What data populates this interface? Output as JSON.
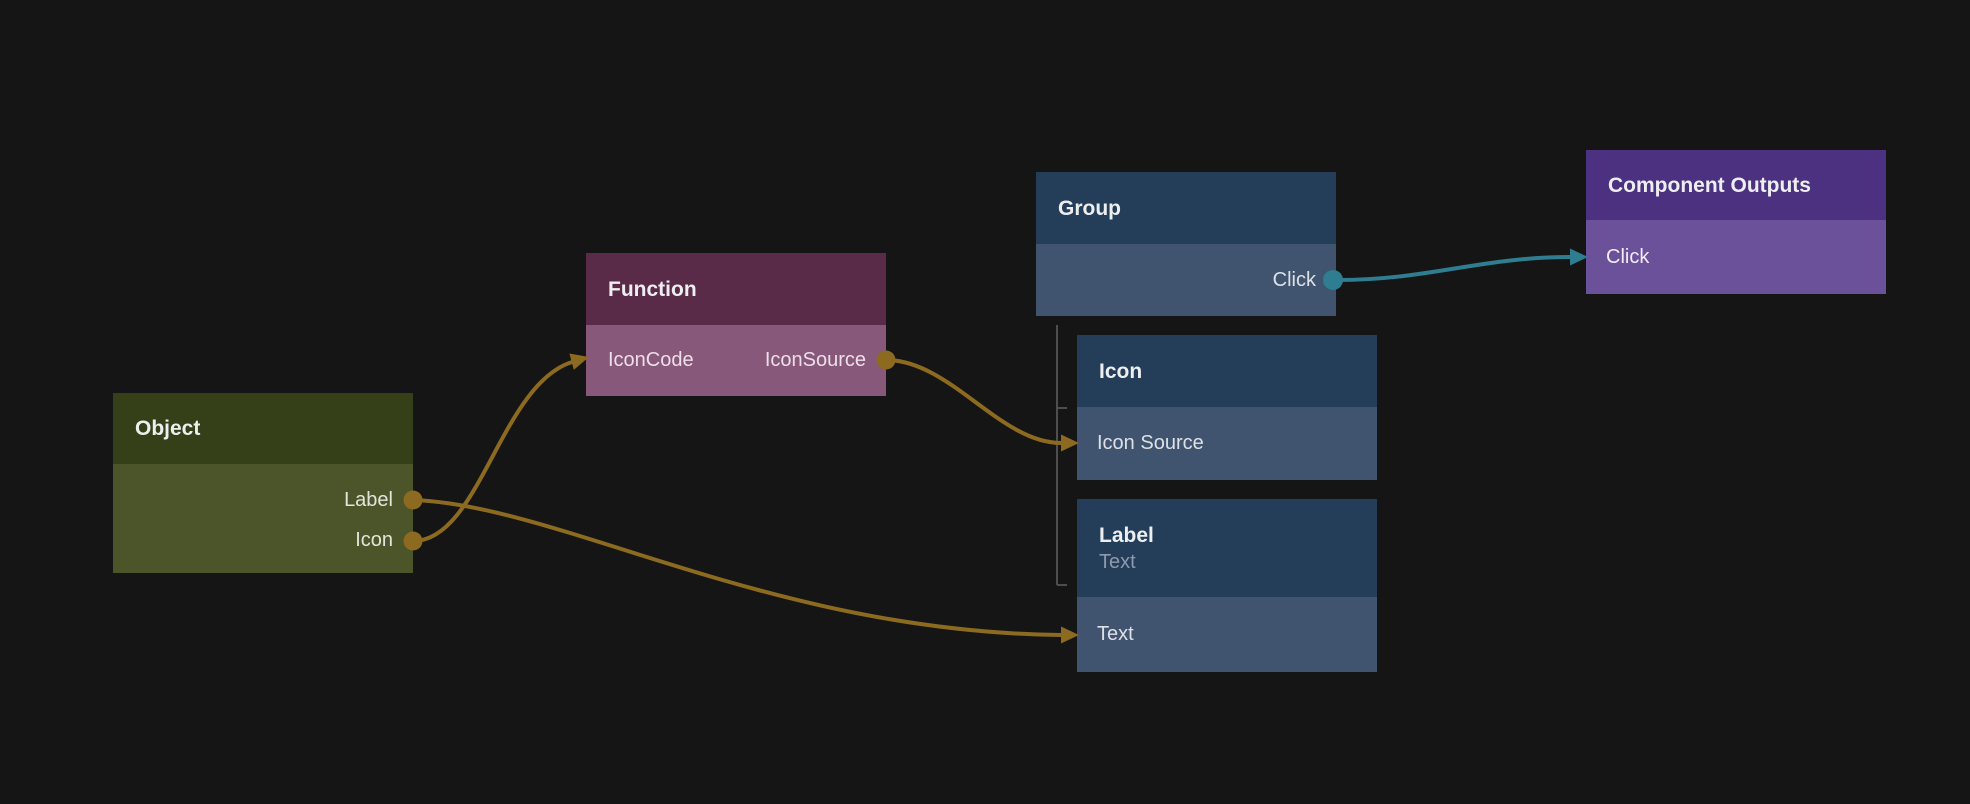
{
  "canvas": {
    "background": "#151515"
  },
  "colors": {
    "wire_gold": "#8c6a1f",
    "wire_teal": "#2e7d90",
    "tree_connector_gray": "#4e4e4e",
    "object_header": "#354019",
    "object_body": "#4b5529",
    "function_header": "#5a2b49",
    "function_body": "#875879",
    "blue_header": "#243d58",
    "blue_body": "#40536f",
    "outputs_header": "#4c3180",
    "outputs_body": "#6b509a"
  },
  "nodes": [
    {
      "key": "object",
      "title": "Object",
      "outputs": [
        "Label",
        "Icon"
      ]
    },
    {
      "key": "function",
      "title": "Function",
      "inputs": [
        "IconCode"
      ],
      "outputs": [
        "IconSource"
      ]
    },
    {
      "key": "group",
      "title": "Group",
      "outputs": [
        "Click"
      ]
    },
    {
      "key": "icon",
      "title": "Icon",
      "inputs": [
        "Icon Source"
      ]
    },
    {
      "key": "label",
      "title": "Label",
      "subtitle": "Text",
      "inputs": [
        "Text"
      ]
    },
    {
      "key": "component-outputs",
      "title": "Component Outputs",
      "inputs": [
        "Click"
      ]
    }
  ],
  "edges": [
    {
      "from": "Object.Icon",
      "to": "Function.IconCode",
      "color": "#8c6a1f"
    },
    {
      "from": "Object.Label",
      "to": "Label.Text",
      "color": "#8c6a1f"
    },
    {
      "from": "Function.IconSource",
      "to": "Icon.Icon Source",
      "color": "#8c6a1f"
    },
    {
      "from": "Group.Click",
      "to": "Component Outputs.Click",
      "color": "#2e7d90"
    }
  ],
  "hierarchy": {
    "parent": "Group",
    "children": [
      "Icon",
      "Label"
    ]
  }
}
